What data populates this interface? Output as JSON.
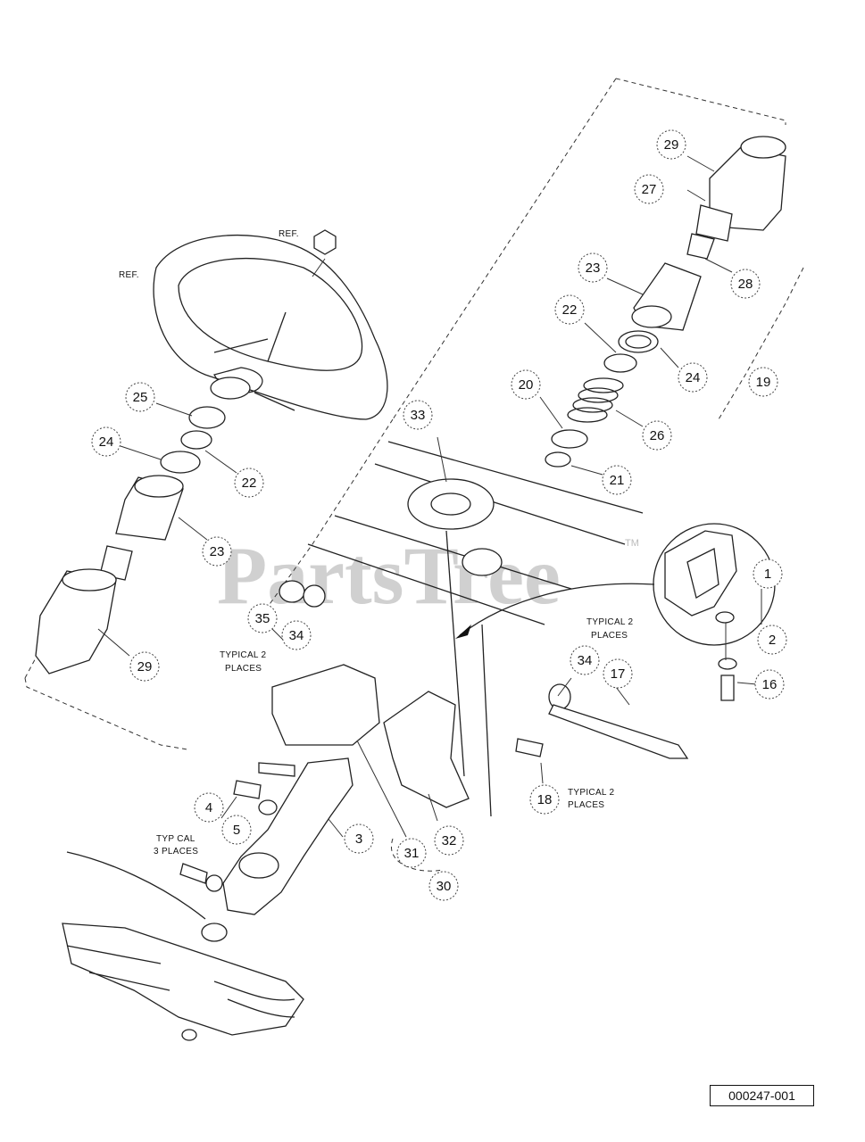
{
  "watermark": {
    "text": "PartsTree",
    "tm": "TM"
  },
  "reference_labels": [
    "REF.",
    "REF."
  ],
  "notes": {
    "typical_2_places_a": [
      "TYPICAL 2",
      "PLACES"
    ],
    "typical_2_places_b": [
      "TYPICAL 2",
      "PLACES"
    ],
    "typical_2_places_c": [
      "TYPICAL 2",
      "PLACES"
    ],
    "typical_3_places": [
      "TYP CAL",
      "3 PLACES"
    ]
  },
  "callouts": [
    "29",
    "27",
    "28",
    "23",
    "22",
    "24",
    "19",
    "20",
    "26",
    "21",
    "33",
    "25",
    "24",
    "22",
    "23",
    "29",
    "1",
    "2",
    "16",
    "35",
    "34",
    "34",
    "17",
    "18",
    "4",
    "5",
    "3",
    "31",
    "32",
    "30"
  ],
  "diagram_code": "000247-001"
}
